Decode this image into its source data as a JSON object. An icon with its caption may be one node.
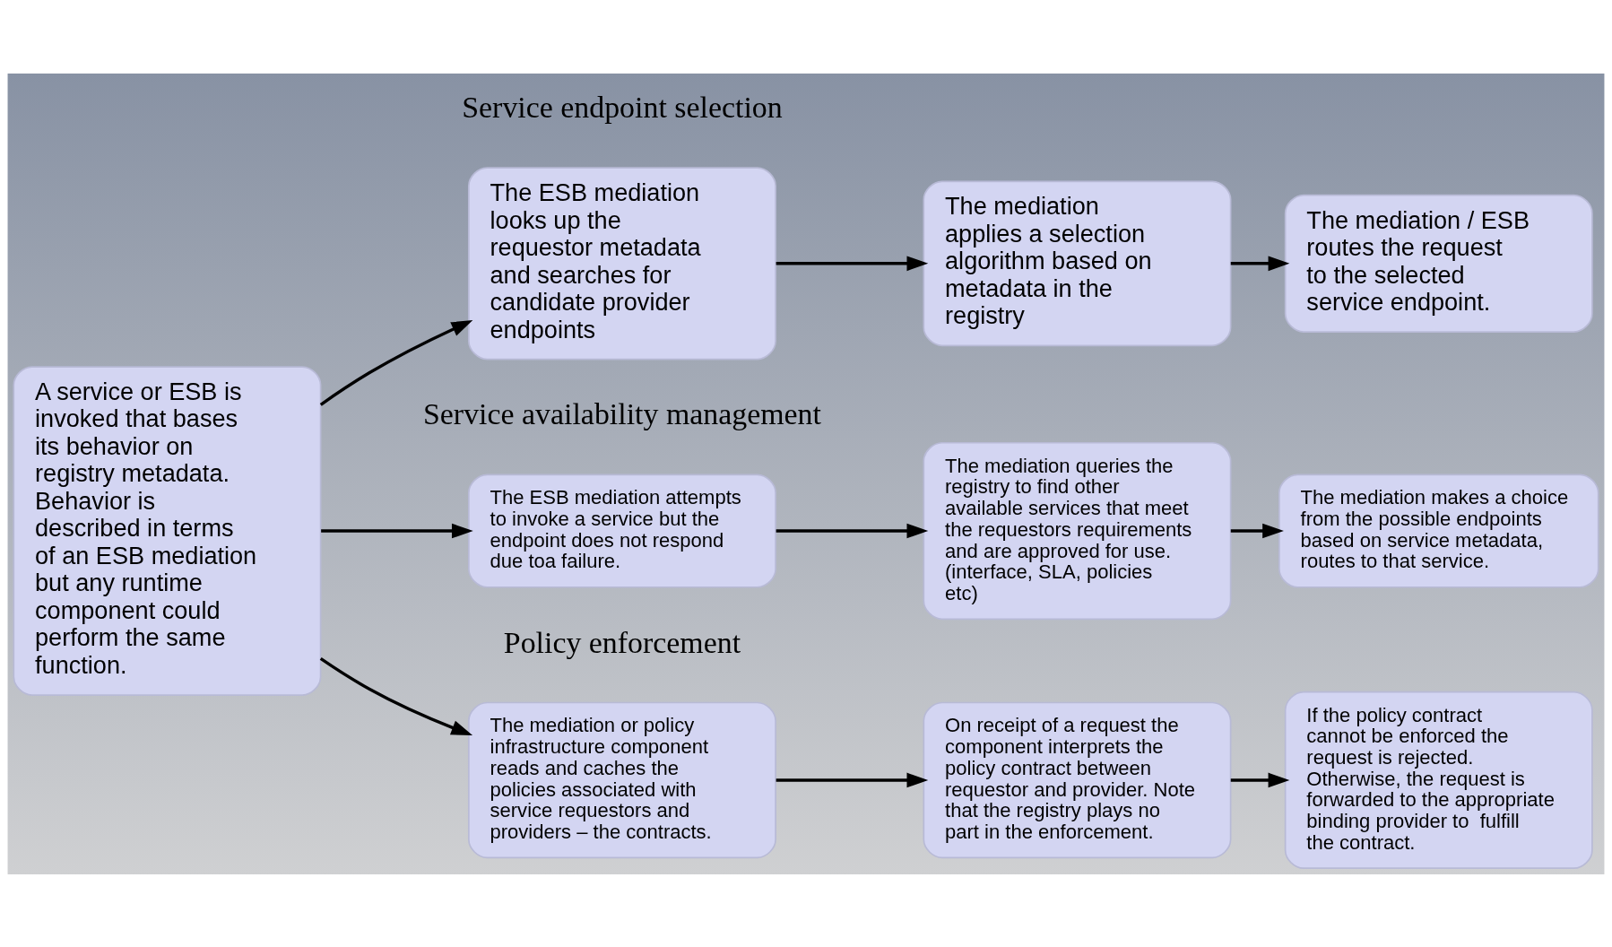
{
  "diagram": {
    "nodes": [
      {
        "text": [
          "A service or ESB is invoked that bases its behavior on registry metadata. Behavior is described in terms of an ESB mediation but any runtime component could perform the same function."
        ]
      },
      {
        "text": [
          "The ESB mediation looks up the requestor metadata and searches for candidate provider endpoints"
        ]
      },
      {
        "text": [
          "The mediation applies a selection algorithm based on metadata in the registry"
        ]
      },
      {
        "text": [
          "The mediation / ESB routes the request to the selected service endpoint."
        ]
      },
      {
        "text": [
          "The ESB mediation attempts to invoke a service but the endpoint does not respond due toa failure."
        ]
      },
      {
        "text": [
          "The mediation queries the registry to find other available services that meet the requestors requirements and are approved for use. (interface, SLA, policies etc)"
        ]
      },
      {
        "text": [
          "The mediation makes a choice from the possible endpoints based on service metadata, routes to that service."
        ]
      },
      {
        "text": [
          "The mediation or policy infrastructure component reads and caches the policies associated with service requestors and providers – the contracts."
        ]
      },
      {
        "text": [
          "On receipt of a request the component interprets the policy contract between requestor and provider. Note that the registry plays no part in the enforcement."
        ]
      },
      {
        "text": [
          "If the policy contract cannot be enforced the request is rejected. Otherwise, the request is forwarded to the appropriate binding provider to  fulfill the contract."
        ]
      }
    ],
    "edges": [
      {
        "from": 0,
        "to": 1,
        "arrow": "to"
      },
      {
        "from": 0,
        "to": 4,
        "arrow": "to"
      },
      {
        "from": 0,
        "to": 7,
        "arrow": "to"
      },
      {
        "from": 1,
        "to": 2,
        "arrow": "to"
      },
      {
        "from": 2,
        "to": 3,
        "arrow": "to"
      },
      {
        "from": 4,
        "to": 5,
        "arrow": "to"
      },
      {
        "from": 5,
        "to": 6,
        "arrow": "to"
      },
      {
        "from": 7,
        "to": 8,
        "arrow": "to"
      },
      {
        "from": 8,
        "to": 9,
        "arrow": "to"
      }
    ],
    "labels": [
      "Service endpoint selection",
      "Service availability management",
      "Policy enforcement"
    ]
  }
}
